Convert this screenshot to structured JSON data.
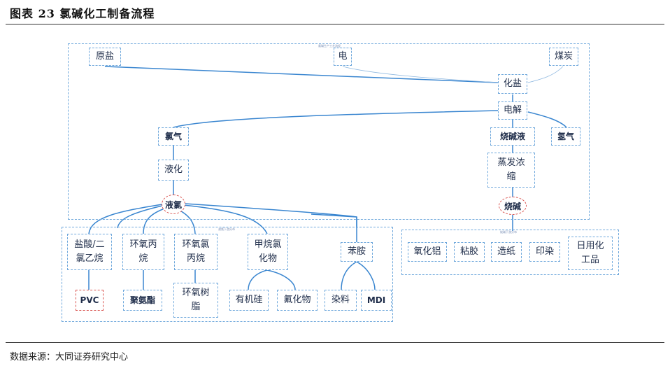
{
  "header": {
    "title": "图表 23   氯碱化工制备流程"
  },
  "footer": {
    "source": "数据来源：大同证券研究中心"
  },
  "panels": {
    "top": "氯碱生产工艺流程",
    "bottom_left": "液氯下游分布",
    "bottom_right": "烧碱下游分布"
  },
  "nodes": {
    "yuanyan": "原盐",
    "dian": "电",
    "meitan": "煤炭",
    "huayan": "化盐",
    "dianjie": "电解",
    "luqi": "氯气",
    "shaojianye": "烧碱液",
    "qingqi": "氢气",
    "yehua": "液化",
    "zhengfa_1": "蒸发浓",
    "zhengfa_2": "缩",
    "yelv": "液氯",
    "shaojian": "烧碱",
    "yansuan_1": "盐酸/二",
    "yansuan_2": "氯乙烷",
    "huanyangbing_1": "环氧丙",
    "huanyangbing_2": "烷",
    "huanyanglv_1": "环氧氯",
    "huanyanglv_2": "丙烷",
    "jiawan_1": "甲烷氯",
    "jiawan_2": "化物",
    "benan": "苯胺",
    "pvc": "PVC",
    "juanzhi": "聚氨酯",
    "shuzhi_1": "环氧树",
    "shuzhi_2": "脂",
    "youjigui": "有机硅",
    "fuhuawu": "氟化物",
    "ranliao": "染料",
    "mdi": "MDI",
    "yanghualv": "氧化铝",
    "nianjiao": "粘胶",
    "zaozhi": "造纸",
    "yinran": "印染",
    "riyong_1": "日用化",
    "riyong_2": "工品"
  }
}
